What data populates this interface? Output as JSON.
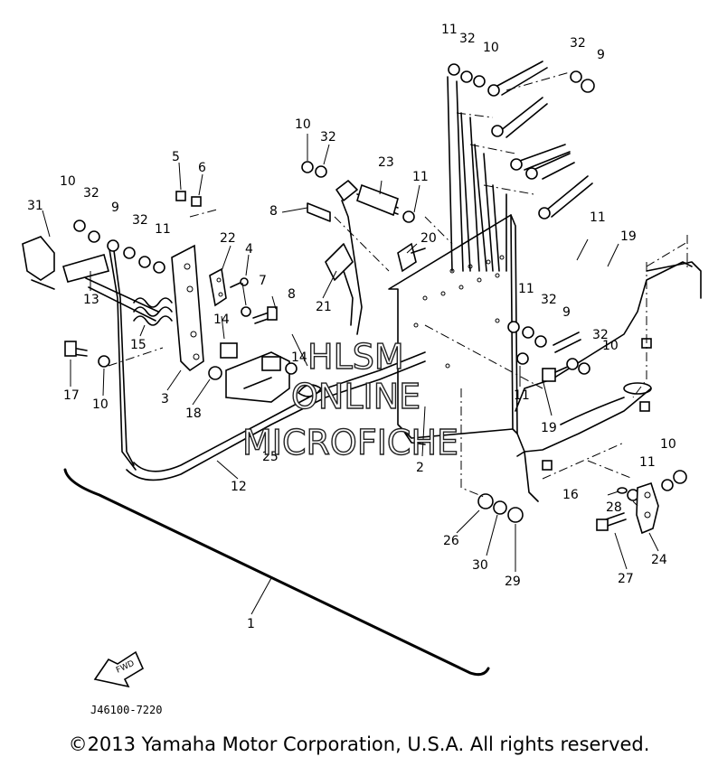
{
  "diagram": {
    "part_callouts": [
      {
        "id": "c11a",
        "label": "11"
      },
      {
        "id": "c32a",
        "label": "32"
      },
      {
        "id": "c10a",
        "label": "10"
      },
      {
        "id": "c32b",
        "label": "32"
      },
      {
        "id": "c9a",
        "label": "9"
      },
      {
        "id": "c10b",
        "label": "10"
      },
      {
        "id": "c32c",
        "label": "32"
      },
      {
        "id": "c23",
        "label": "23"
      },
      {
        "id": "c11b",
        "label": "11"
      },
      {
        "id": "c8a",
        "label": "8"
      },
      {
        "id": "c5",
        "label": "5"
      },
      {
        "id": "c6",
        "label": "6"
      },
      {
        "id": "c10c",
        "label": "10"
      },
      {
        "id": "c32d",
        "label": "32"
      },
      {
        "id": "c31",
        "label": "31"
      },
      {
        "id": "c9b",
        "label": "9"
      },
      {
        "id": "c32e",
        "label": "32"
      },
      {
        "id": "c11c",
        "label": "11"
      },
      {
        "id": "c22",
        "label": "22"
      },
      {
        "id": "c4",
        "label": "4"
      },
      {
        "id": "c20",
        "label": "20"
      },
      {
        "id": "c11d",
        "label": "11"
      },
      {
        "id": "c19a",
        "label": "19"
      },
      {
        "id": "c7",
        "label": "7"
      },
      {
        "id": "c8b",
        "label": "8"
      },
      {
        "id": "c13",
        "label": "13"
      },
      {
        "id": "c15",
        "label": "15"
      },
      {
        "id": "c21",
        "label": "21"
      },
      {
        "id": "c11e",
        "label": "11"
      },
      {
        "id": "c32f",
        "label": "32"
      },
      {
        "id": "c9c",
        "label": "9"
      },
      {
        "id": "c14a",
        "label": "14"
      },
      {
        "id": "c32g",
        "label": "32"
      },
      {
        "id": "c10d",
        "label": "10"
      },
      {
        "id": "c17",
        "label": "17"
      },
      {
        "id": "c10e",
        "label": "10"
      },
      {
        "id": "c3",
        "label": "3"
      },
      {
        "id": "c18",
        "label": "18"
      },
      {
        "id": "c14b",
        "label": "14"
      },
      {
        "id": "c11f",
        "label": "11"
      },
      {
        "id": "c19b",
        "label": "19"
      },
      {
        "id": "c2",
        "label": "2"
      },
      {
        "id": "c25",
        "label": "25"
      },
      {
        "id": "c12",
        "label": "12"
      },
      {
        "id": "c10f",
        "label": "10"
      },
      {
        "id": "c11g",
        "label": "11"
      },
      {
        "id": "c16",
        "label": "16"
      },
      {
        "id": "c28",
        "label": "28"
      },
      {
        "id": "c26",
        "label": "26"
      },
      {
        "id": "c30",
        "label": "30"
      },
      {
        "id": "c29",
        "label": "29"
      },
      {
        "id": "c27",
        "label": "27"
      },
      {
        "id": "c24",
        "label": "24"
      },
      {
        "id": "c1",
        "label": "1"
      }
    ],
    "fwd_label": "FWD",
    "drawing_code": "J46100-7220",
    "watermark": [
      "HLSM",
      "ONLINE",
      "MICROFICHE"
    ]
  },
  "footer": {
    "copyright": "©2013 Yamaha Motor Corporation, U.S.A. All rights reserved."
  }
}
